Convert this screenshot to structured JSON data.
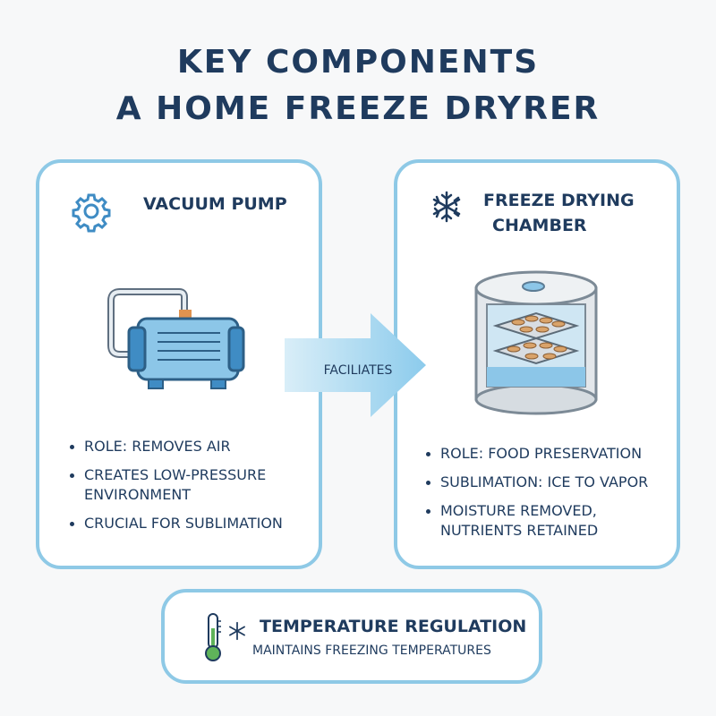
{
  "title": {
    "line1": "KEY COMPONENTS",
    "line2": "A HOME FREEZE DRYRER"
  },
  "vacuum_pump": {
    "title": "VACUUM PUMP",
    "icon": "gear-icon",
    "bullets": [
      "ROLE: REMOVES AIR",
      "CREATES LOW-PRESSURE ENVIRONMENT",
      "CRUCIAL FOR SUBLIMATION"
    ]
  },
  "chamber": {
    "title_line1": "FREEZE DRYING",
    "title_line2": "CHAMBER",
    "icon": "snowflake-icon",
    "bullets": [
      "ROLE: FOOD PRESERVATION",
      "SUBLIMATION: ICE TO VAPOR",
      "MOISTURE REMOVED, NUTRIENTS RETAINED"
    ]
  },
  "arrow": {
    "label": "FACILIATES"
  },
  "temperature": {
    "title": "TEMPERATURE REGULATION",
    "subtitle": "MAINTAINS FREEZING TEMPERATURES",
    "icons": [
      "thermometer-icon",
      "snowflake-icon"
    ]
  },
  "colors": {
    "border": "#8ec9e6",
    "text": "#1f3b5e",
    "accent": "#6fb6df",
    "arrow": "#9ed3ee"
  }
}
